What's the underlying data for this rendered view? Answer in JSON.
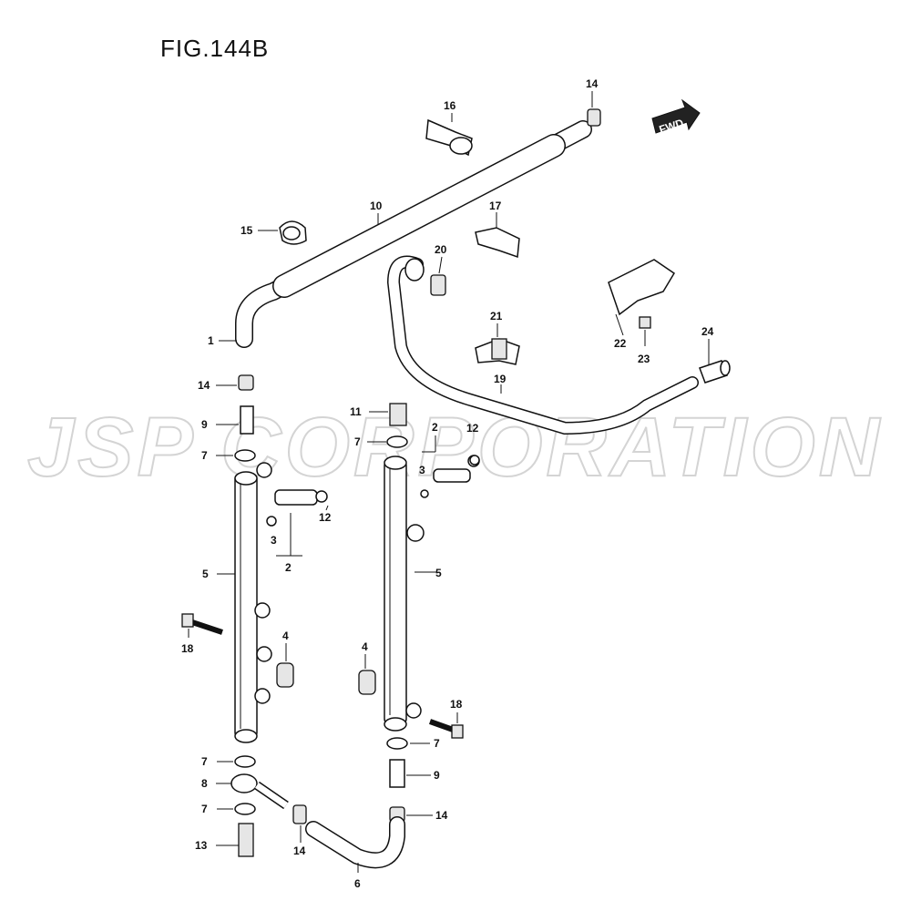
{
  "figure_title": "FIG.144B",
  "watermark": "JSP CORPORATION",
  "fwd_label": "FWD",
  "callouts": [
    {
      "id": "c1",
      "label": "1"
    },
    {
      "id": "c2a",
      "label": "2"
    },
    {
      "id": "c2b",
      "label": "2"
    },
    {
      "id": "c3a",
      "label": "3"
    },
    {
      "id": "c3b",
      "label": "3"
    },
    {
      "id": "c4a",
      "label": "4"
    },
    {
      "id": "c4b",
      "label": "4"
    },
    {
      "id": "c5a",
      "label": "5"
    },
    {
      "id": "c5b",
      "label": "5"
    },
    {
      "id": "c6",
      "label": "6"
    },
    {
      "id": "c7a",
      "label": "7"
    },
    {
      "id": "c7b",
      "label": "7"
    },
    {
      "id": "c7c",
      "label": "7"
    },
    {
      "id": "c7d",
      "label": "7"
    },
    {
      "id": "c7e",
      "label": "7"
    },
    {
      "id": "c8",
      "label": "8"
    },
    {
      "id": "c9a",
      "label": "9"
    },
    {
      "id": "c9b",
      "label": "9"
    },
    {
      "id": "c10",
      "label": "10"
    },
    {
      "id": "c11",
      "label": "11"
    },
    {
      "id": "c12a",
      "label": "12"
    },
    {
      "id": "c12b",
      "label": "12"
    },
    {
      "id": "c13",
      "label": "13"
    },
    {
      "id": "c14a",
      "label": "14"
    },
    {
      "id": "c14b",
      "label": "14"
    },
    {
      "id": "c14c",
      "label": "14"
    },
    {
      "id": "c14d",
      "label": "14"
    },
    {
      "id": "c15",
      "label": "15"
    },
    {
      "id": "c16",
      "label": "16"
    },
    {
      "id": "c17",
      "label": "17"
    },
    {
      "id": "c18a",
      "label": "18"
    },
    {
      "id": "c18b",
      "label": "18"
    },
    {
      "id": "c19",
      "label": "19"
    },
    {
      "id": "c20",
      "label": "20"
    },
    {
      "id": "c21",
      "label": "21"
    },
    {
      "id": "c22",
      "label": "22"
    },
    {
      "id": "c23",
      "label": "23"
    },
    {
      "id": "c24",
      "label": "24"
    }
  ]
}
